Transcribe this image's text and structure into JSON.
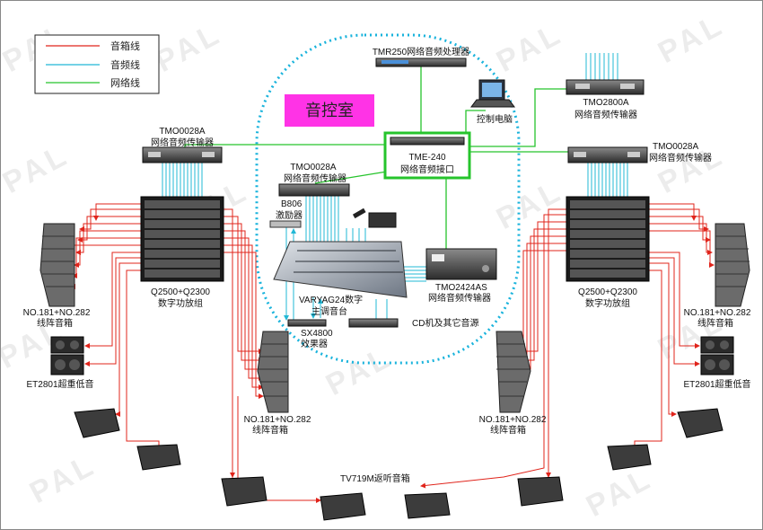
{
  "legend": {
    "items": [
      {
        "label": "音箱线",
        "color": "#e0241b"
      },
      {
        "label": "音频线",
        "color": "#21b8d6"
      },
      {
        "label": "网络线",
        "color": "#26c42c"
      }
    ]
  },
  "control_room": {
    "title": "音控室",
    "title_bg": "#ff33e6",
    "border_color": "#19b3dc"
  },
  "devices": {
    "tmr250": "TMR250网络音频处理器",
    "pc": "控制电脑",
    "tmo2800a_model": "TMO2800A",
    "tmo2800a_desc": "网络音频传输器",
    "tmo0028a_left_model": "TMO0028A",
    "tmo0028a_left_desc": "网络音频传输器",
    "tmo0028a_right_model": "TMO0028A",
    "tmo0028a_right_desc": "网络音频传输器",
    "tmo0028a_center_model": "TMO0028A",
    "tmo0028a_center_desc": "网络音频传输器",
    "tme240_model": "TME-240",
    "tme240_desc": "网络音频接口",
    "b806_model": "B806",
    "b806_desc": "激励器",
    "varyag_model": "VARYAG24数字",
    "varyag_desc": "主调音台",
    "sx4800_model": "SX4800",
    "sx4800_desc": "效果器",
    "cd": "CD机及其它音源",
    "tmo2424as_model": "TMO2424AS",
    "tmo2424as_desc": "网络音频传输器",
    "amp_left_model": "Q2500+Q2300",
    "amp_left_desc": "数字功放组",
    "amp_right_model": "Q2500+Q2300",
    "amp_right_desc": "数字功放组",
    "array_ll_model": "NO.181+NO.282",
    "array_ll_desc": "线阵音箱",
    "array_lc_model": "NO.181+NO.282",
    "array_lc_desc": "线阵音箱",
    "array_rc_model": "NO.181+NO.282",
    "array_rc_desc": "线阵音箱",
    "array_rr_model": "NO.181+NO.282",
    "array_rr_desc": "线阵音箱",
    "sub_left": "ET2801超重低音",
    "sub_right": "ET2801超重低音",
    "monitors": "TV719M返听音箱"
  },
  "watermark": "PAL",
  "colors": {
    "speaker": "#e0241b",
    "audio": "#21b8d6",
    "network": "#26c42c"
  }
}
